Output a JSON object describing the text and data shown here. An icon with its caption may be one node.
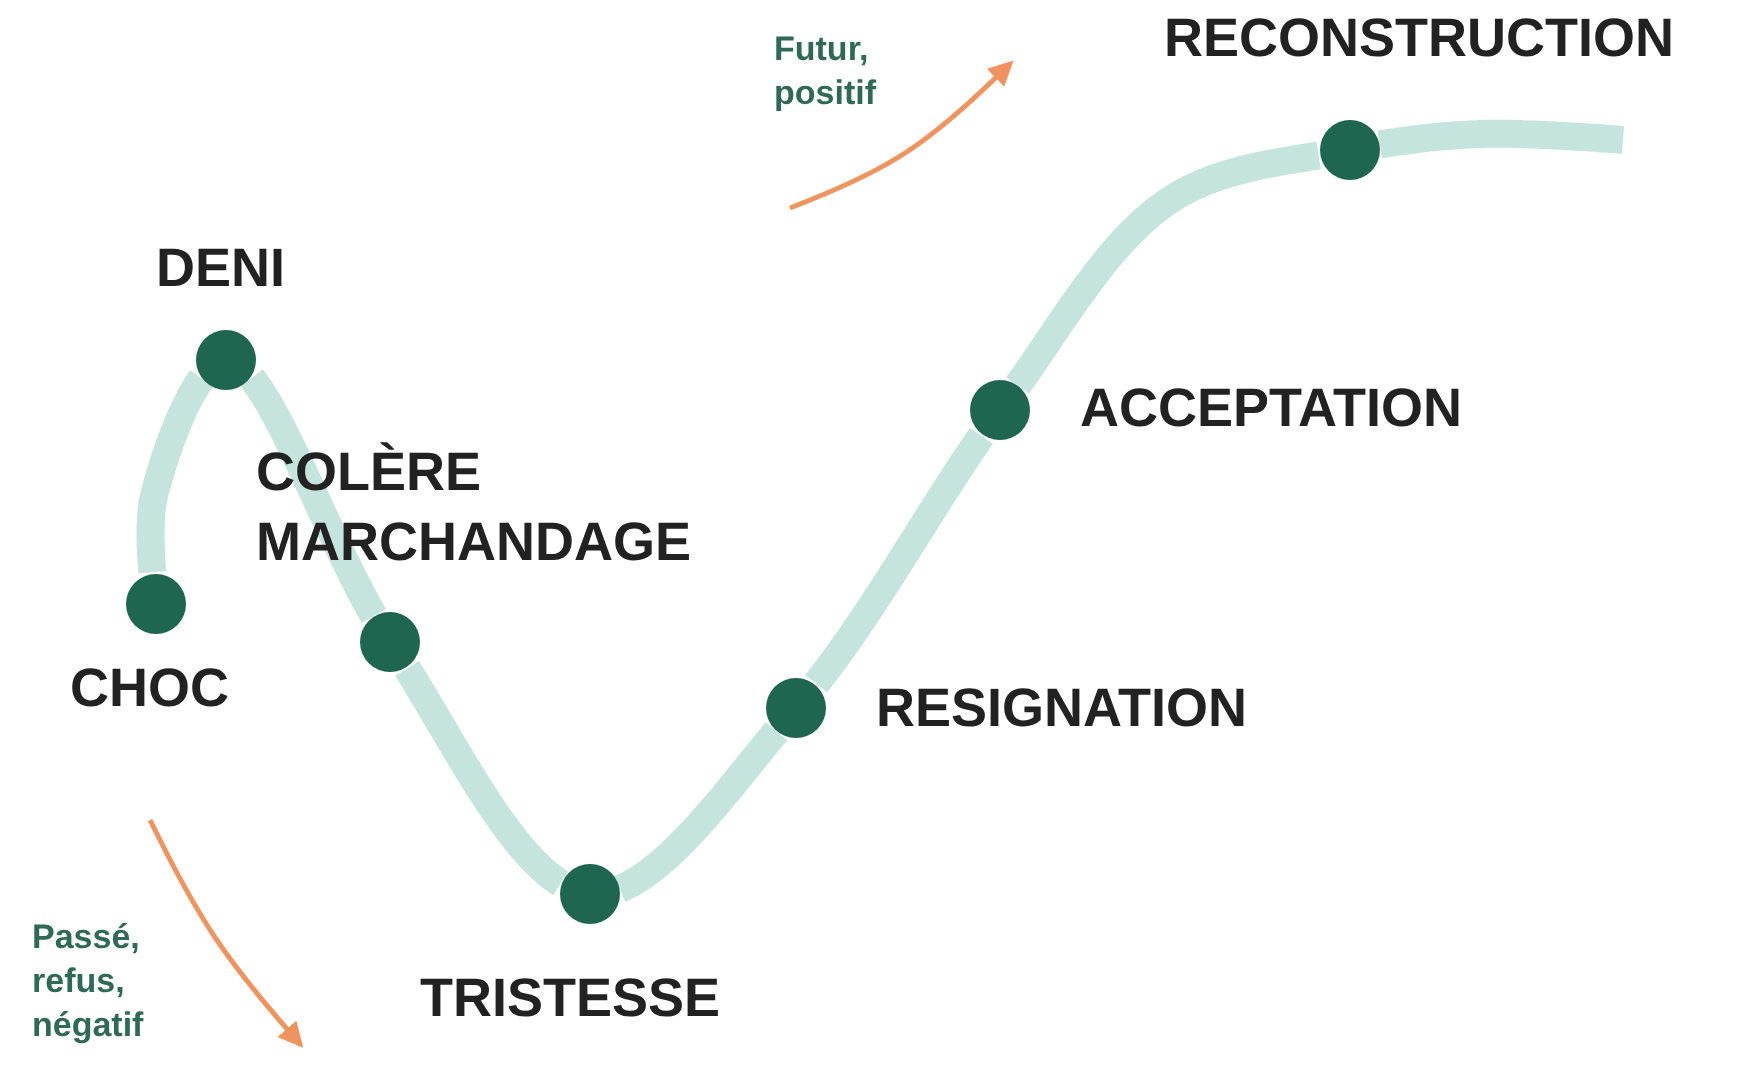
{
  "diagram": {
    "nodes": [
      {
        "text": [],
        "shape": "circle",
        "beside": [
          "CHOC"
        ]
      },
      {
        "text": [],
        "shape": "circle",
        "beside": [
          "DENI"
        ]
      },
      {
        "text": [],
        "shape": "circle",
        "beside": [
          "COLÈRE",
          "MARCHANDAGE"
        ]
      },
      {
        "text": [],
        "shape": "circle",
        "beside": [
          "TRISTESSE"
        ]
      },
      {
        "text": [],
        "shape": "circle",
        "beside": [
          "RESIGNATION"
        ]
      },
      {
        "text": [],
        "shape": "circle",
        "beside": [
          "ACCEPTATION"
        ]
      },
      {
        "text": [],
        "shape": "circle",
        "beside": [
          "RECONSTRUCTION"
        ]
      }
    ],
    "edges": [
      {
        "from": 0,
        "to": 1,
        "arrow": "none"
      },
      {
        "from": 1,
        "to": 2,
        "arrow": "none"
      },
      {
        "from": 2,
        "to": 3,
        "arrow": "none"
      },
      {
        "from": 3,
        "to": 4,
        "arrow": "none"
      },
      {
        "from": 4,
        "to": 5,
        "arrow": "none"
      },
      {
        "from": 5,
        "to": 6,
        "arrow": "none"
      },
      {
        "from": 6,
        "to": null,
        "arrow": "none"
      }
    ],
    "labels": [
      "Futur, positif",
      "Passé, refus, négatif"
    ]
  }
}
